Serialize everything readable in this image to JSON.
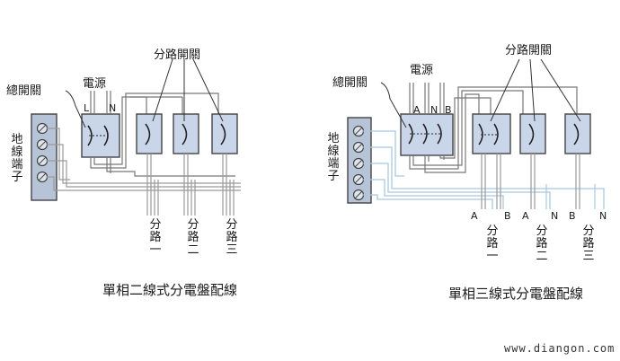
{
  "left": {
    "main_switch": "總開關",
    "power": "電源",
    "branch_switch": "分路開關",
    "ground_terminal": "地線端子",
    "L": "L",
    "N": "N",
    "branch1": "分路一",
    "branch2": "分路二",
    "branch3": "分路三",
    "caption": "單相二線式分電盤配線"
  },
  "right": {
    "main_switch": "總開關",
    "power": "電源",
    "branch_switch": "分路開關",
    "ground_terminal": "地線端子",
    "A": "A",
    "N": "N",
    "B": "B",
    "b1_a": "A",
    "b1_b": "B",
    "b2_a": "A",
    "b2_n": "N",
    "b3_b": "B",
    "b3_n": "N",
    "branch1": "分路一",
    "branch2": "分路二",
    "branch3": "分路三",
    "caption": "單相三線式分電盤配線"
  },
  "watermark": "www.diangon.com",
  "colors": {
    "box_fill": "#c9d6ea",
    "wire_gray": "#9a9a9a",
    "wire_blue": "#a8c8e0",
    "terminal_fill": "#b7c3d6"
  }
}
